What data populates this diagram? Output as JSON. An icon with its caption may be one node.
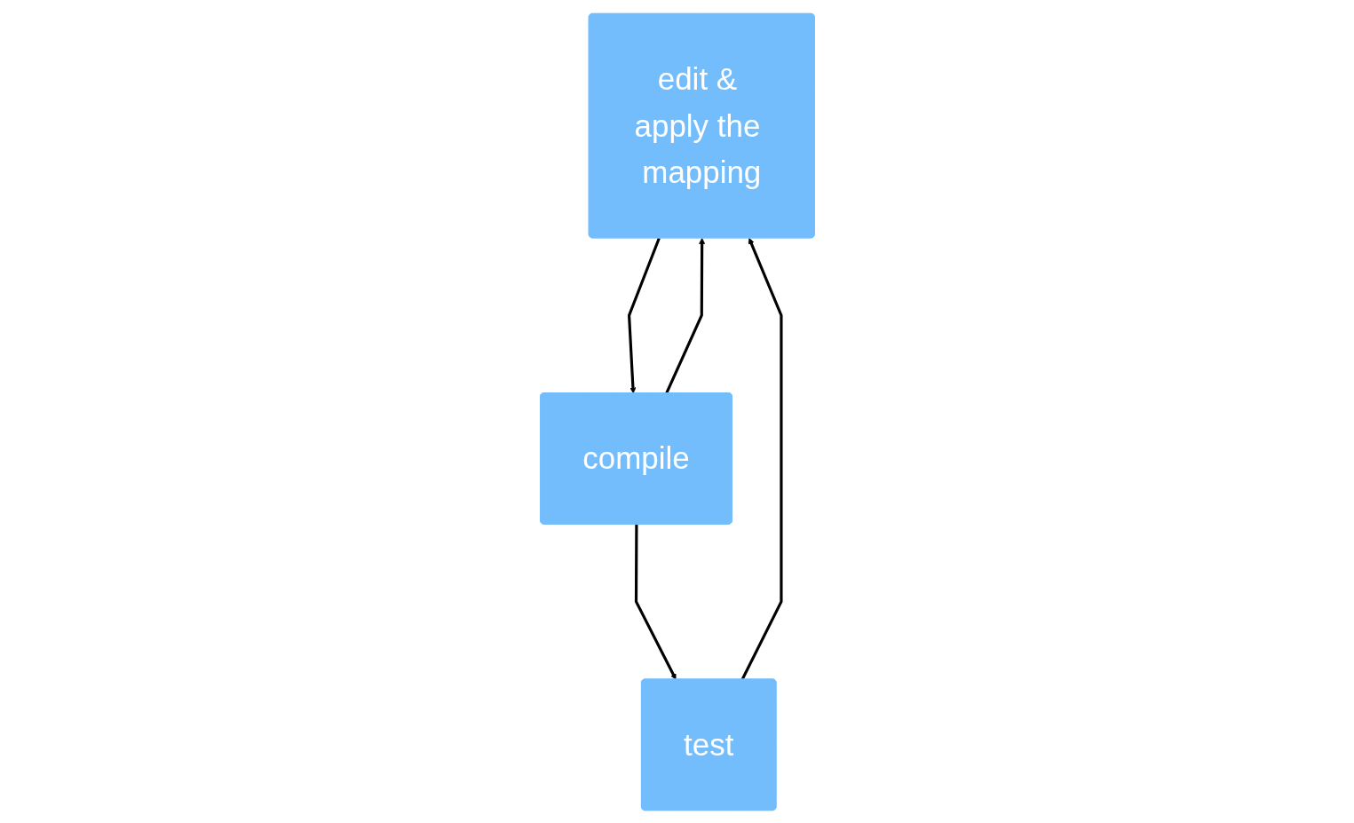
{
  "diagram": {
    "nodes": [
      {
        "text": [
          "edit & apply the mapping"
        ]
      },
      {
        "text": [
          "compile"
        ]
      },
      {
        "text": [
          "test"
        ]
      }
    ],
    "edges": [
      {
        "from": 0,
        "to": 1,
        "arrow": "to"
      },
      {
        "from": 1,
        "to": 0,
        "arrow": "to"
      },
      {
        "from": 1,
        "to": 2,
        "arrow": "to"
      },
      {
        "from": 2,
        "to": 0,
        "arrow": "to"
      }
    ]
  }
}
